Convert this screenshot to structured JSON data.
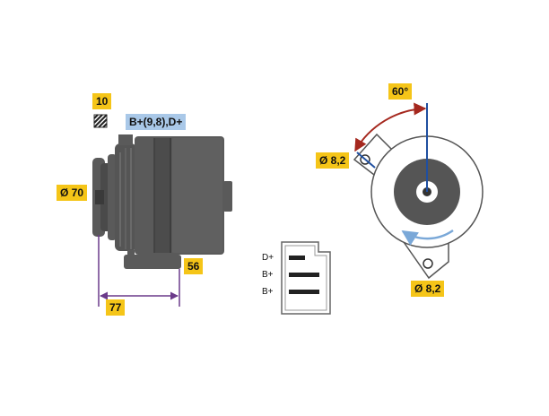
{
  "labels": {
    "ten": "10",
    "terminals": "B+(9,8),D+",
    "dia70": "Ø 70",
    "len77": "77",
    "dim56": "56",
    "angle60": "60°",
    "hole_top": "Ø 8,2",
    "hole_bottom": "Ø 8,2"
  },
  "connector": {
    "pins": [
      "D+",
      "B+",
      "B+"
    ]
  },
  "colors": {
    "tag_yellow": "#f5c518",
    "tag_blue": "#a9c8e8",
    "dim_purple": "#6b3a8a",
    "arrow_red": "#a5281e",
    "axis_blue": "#1f4fa0",
    "rotation_blue": "#7aa8d8",
    "body_gray": "#5a5a5a"
  },
  "icons": [
    "hatched-square-icon",
    "rotation-arrow-icon"
  ]
}
